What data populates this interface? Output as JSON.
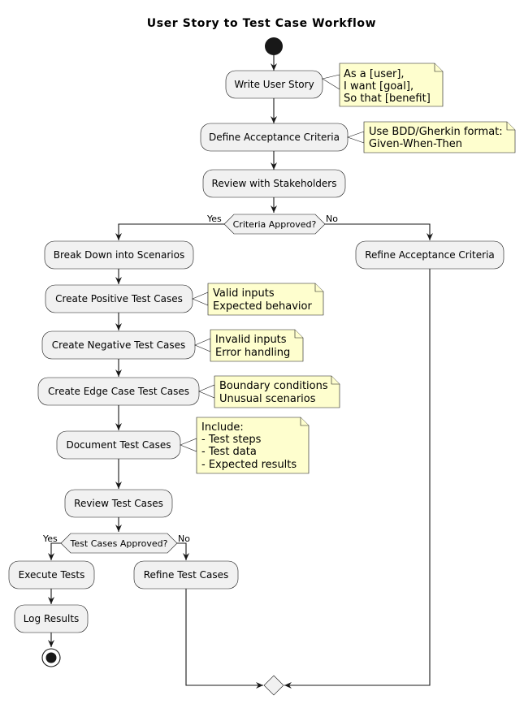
{
  "title": "User Story to Test Case Workflow",
  "activities": {
    "write_story": "Write User Story",
    "define_criteria": "Define Acceptance Criteria",
    "review_stakeholders": "Review with Stakeholders",
    "break_down": "Break Down into Scenarios",
    "refine_criteria": "Refine Acceptance Criteria",
    "positive": "Create Positive Test Cases",
    "negative": "Create Negative Test Cases",
    "edge": "Create Edge Case Test Cases",
    "document": "Document Test Cases",
    "review_tests": "Review Test Cases",
    "execute": "Execute Tests",
    "refine_tests": "Refine Test Cases",
    "log": "Log Results"
  },
  "decisions": {
    "criteria_approved": {
      "label": "Criteria Approved?",
      "yes": "Yes",
      "no": "No"
    },
    "tests_approved": {
      "label": "Test Cases Approved?",
      "yes": "Yes",
      "no": "No"
    }
  },
  "notes": {
    "story": [
      "As a [user],",
      "I want [goal],",
      "So that [benefit]"
    ],
    "criteria": [
      "Use BDD/Gherkin format:",
      "Given-When-Then"
    ],
    "positive": [
      "Valid inputs",
      "Expected behavior"
    ],
    "negative": [
      "Invalid inputs",
      "Error handling"
    ],
    "edge": [
      "Boundary conditions",
      "Unusual scenarios"
    ],
    "document": [
      "Include:",
      "- Test steps",
      "- Test data",
      "- Expected results"
    ]
  }
}
